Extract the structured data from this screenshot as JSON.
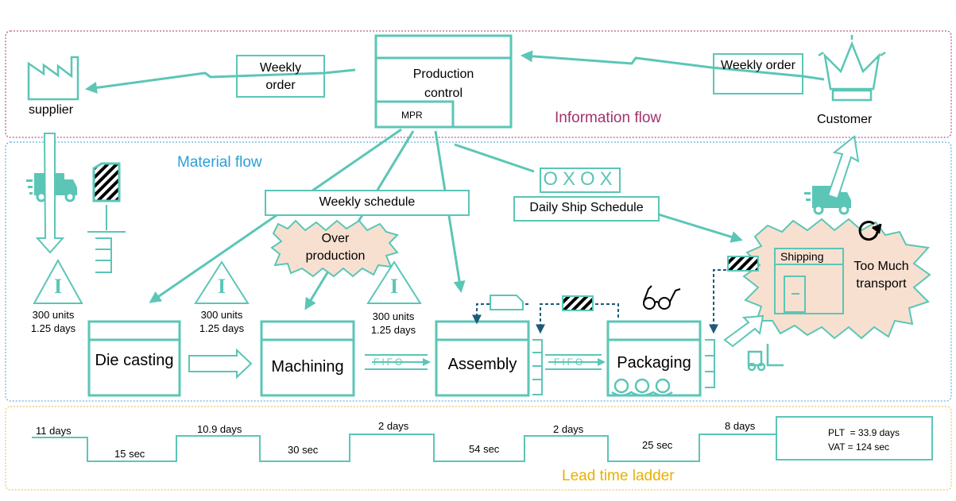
{
  "colors": {
    "teal": "#5bc6b6",
    "info_border": "#a0336e",
    "material_border": "#3aa6d0",
    "lead_border": "#e8b64a",
    "info_title": "#a0336e",
    "material_title": "#2aa0d6",
    "lead_title": "#e8b000",
    "kanban_dash": "#1f5a7a",
    "burst_fill": "#f8e0d0"
  },
  "regions": {
    "information": "Information flow",
    "material": "Material flow",
    "lead_time": "Lead time ladder"
  },
  "supplier": {
    "label": "supplier",
    "icon": "factory-icon"
  },
  "customer": {
    "label": "Customer",
    "icon": "crown-icon"
  },
  "production_control": {
    "title": "Production control",
    "sub": "MPR"
  },
  "orders": {
    "left": "Weekly order",
    "right": "Weekly order"
  },
  "schedules": {
    "weekly": "Weekly schedule",
    "daily": "Daily Ship Schedule",
    "load_leveling": "OXOX"
  },
  "processes": [
    {
      "name": "Die casting"
    },
    {
      "name": "Machining"
    },
    {
      "name": "Assembly"
    },
    {
      "name": "Packaging"
    }
  ],
  "inventory": [
    {
      "symbol": "I",
      "qty": "300 units",
      "time": "1.25 days"
    },
    {
      "symbol": "I",
      "qty": "300 units",
      "time": "1.25 days"
    },
    {
      "symbol": "I",
      "qty": "300 units",
      "time": "1.25 days"
    }
  ],
  "fifo": [
    "FIFO",
    "FIFO"
  ],
  "kaizen": {
    "overproduction": "Over production",
    "transport": "Too Much transport"
  },
  "shipping": "Shipping",
  "icons": [
    "truck-icon",
    "kanban-post-icon",
    "glasses-icon",
    "operators-icon",
    "forklift-icon",
    "cycle-icon",
    "push-arrow-icon"
  ],
  "ladder": {
    "waits": [
      "11 days",
      "10.9 days",
      "2 days",
      "2 days",
      "8 days"
    ],
    "process_times": [
      "15 sec",
      "30 sec",
      "54 sec",
      "25 sec"
    ],
    "plt": "PLT  = 33.9 days",
    "vat": "VAT = 124 sec"
  }
}
